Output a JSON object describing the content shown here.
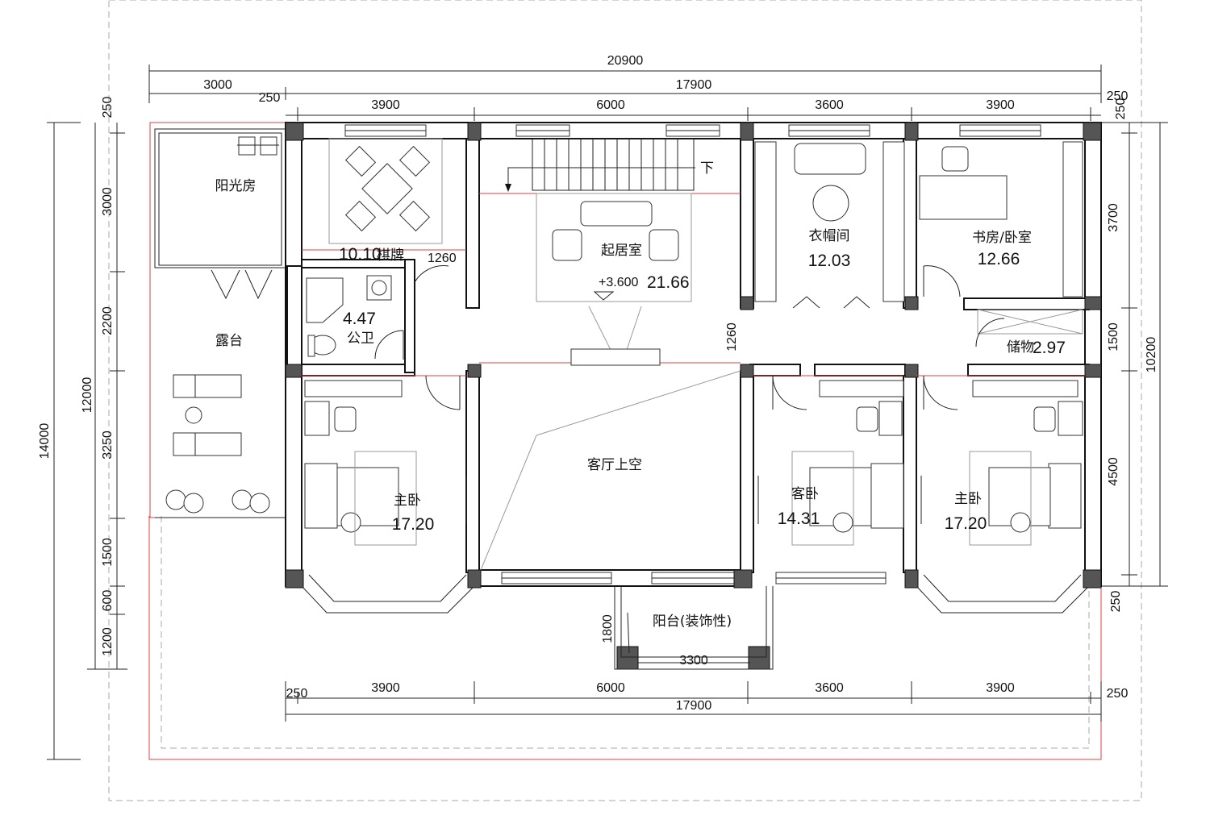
{
  "rooms": {
    "sunroom": "阳光房",
    "terrace": "露台",
    "chess": {
      "name": "棋牌",
      "area": "10.10"
    },
    "bath": {
      "name": "公卫",
      "area": "4.47"
    },
    "living": {
      "name": "起居室",
      "area": "21.66",
      "level": "+3.600"
    },
    "wardrobe": {
      "name": "衣帽间",
      "area": "12.03"
    },
    "study": {
      "name": "书房/卧室",
      "area": "12.66"
    },
    "storage": {
      "name": "储物",
      "area": "2.97"
    },
    "void": "客厅上空",
    "master_left": {
      "name": "主卧",
      "area": "17.20"
    },
    "guest": {
      "name": "客卧",
      "area": "14.31"
    },
    "master_right": {
      "name": "主卧",
      "area": "17.20"
    },
    "balcony": "阳台(装饰性)",
    "stair_down": "下"
  },
  "dimensions": {
    "top_total": "20900",
    "top_left": "3000",
    "top_main": "17900",
    "top_wall_left": "250",
    "top_wall_right": "250",
    "top_segments": [
      "3900",
      "6000",
      "3600",
      "3900"
    ],
    "bottom_segments": [
      "3900",
      "6000",
      "3600",
      "3900"
    ],
    "bottom_total": "17900",
    "bottom_wall_left": "250",
    "bottom_wall_right": "250",
    "left_overall": "14000",
    "left_main": "12000",
    "left_segments": [
      "250",
      "3000",
      "2200",
      "3250",
      "1500",
      "600",
      "1200"
    ],
    "right_segments": [
      "250",
      "3700",
      "1500",
      "4500",
      "250"
    ],
    "right_main": "10200",
    "corridor": "1260",
    "chess_width": "1260",
    "balcony_depth": "1800",
    "balcony_width": "3300"
  }
}
